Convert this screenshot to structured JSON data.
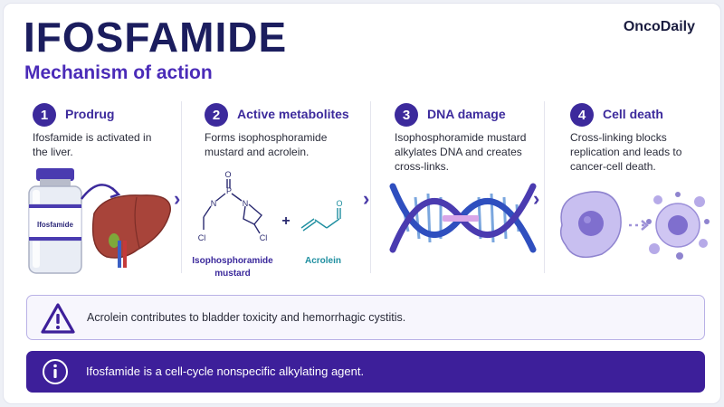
{
  "header": {
    "title": "IFOSFAMIDE",
    "subtitle": "Mechanism of action",
    "brand": "OncoDaily"
  },
  "steps": [
    {
      "number": "1",
      "title": "Prodrug",
      "description": "Ifosfamide is activated in the liver."
    },
    {
      "number": "2",
      "title": "Active metabolites",
      "description": "Forms isophosphoramide mustard and acrolein."
    },
    {
      "number": "3",
      "title": "DNA damage",
      "description": "Isophosphoramide mustard alkylates DNA and creates cross-links."
    },
    {
      "number": "4",
      "title": "Cell death",
      "description": "Cross-linking blocks replication and leads to cancer-cell death."
    }
  ],
  "illustrations": {
    "vial_label": "Ifosfamide",
    "chem_atoms": {
      "o": "O",
      "p": "P",
      "n1": "N",
      "n2": "N",
      "cl1": "Cl",
      "cl2": "Cl",
      "o2": "O"
    },
    "plus": "+",
    "isophosphoramide_label_line1": "Isophosphoramide",
    "isophosphoramide_label_line2": "mustard",
    "acrolein_label": "Acrolein"
  },
  "chevron": "›",
  "warning": {
    "icon": "warning-triangle-icon",
    "text": "Acrolein contributes to bladder toxicity and hemorrhagic cystitis."
  },
  "info": {
    "icon": "info-icon",
    "text": "Ifosfamide is a cell-cycle nonspecific alkylating agent."
  },
  "colors": {
    "title": "#1b1d5e",
    "accent": "#4a2bb8",
    "step_badge": "#3c2a9c",
    "info_bar": "#3d1f9a",
    "acrolein_label": "#1f8fa0"
  }
}
